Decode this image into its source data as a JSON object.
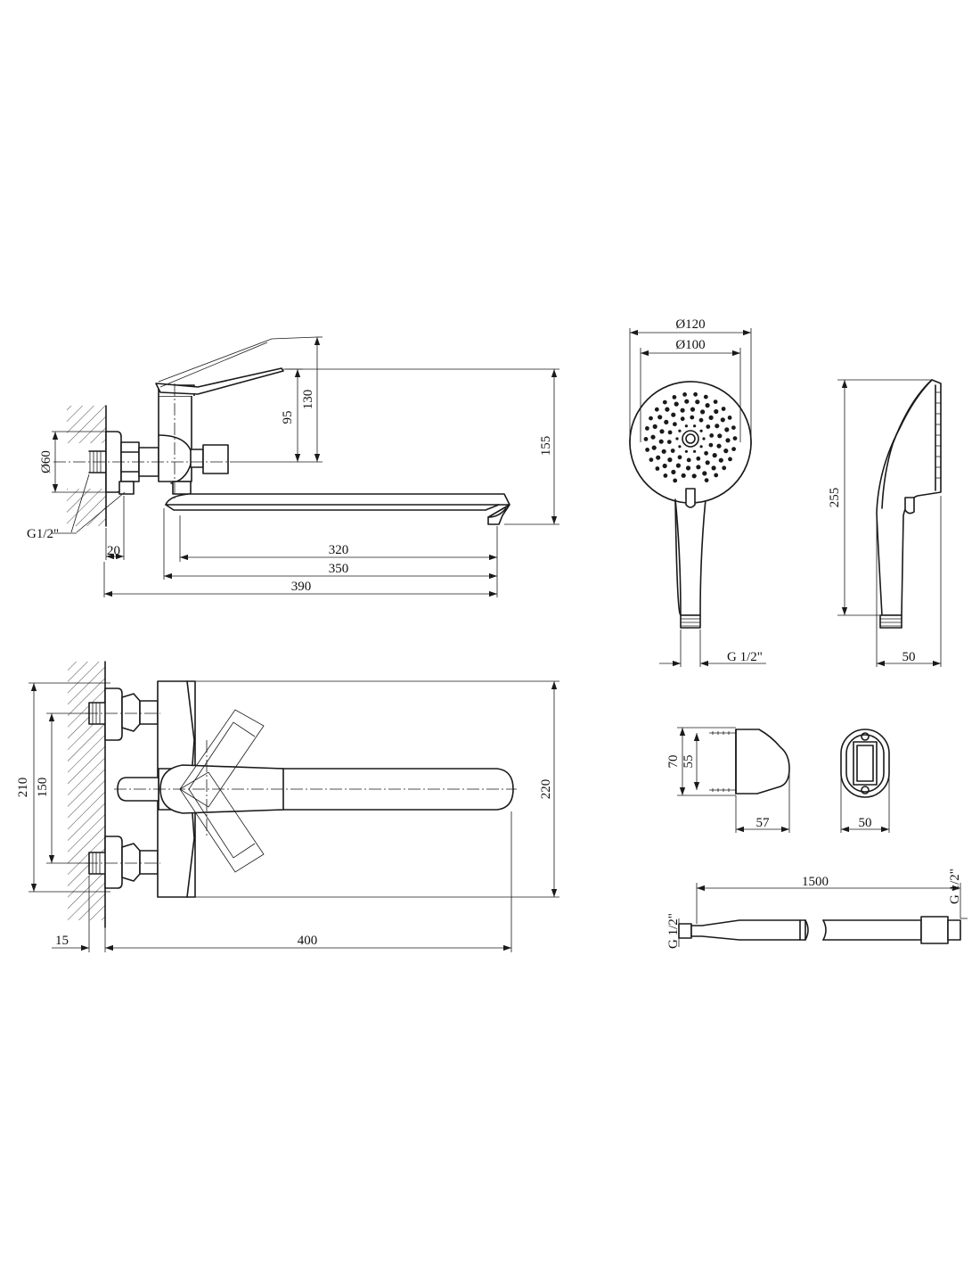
{
  "labels": {
    "dia60": "Ø60",
    "g12_left": "G1/2\"",
    "d20": "20",
    "d95": "95",
    "d130": "130",
    "d155": "155",
    "d320": "320",
    "d350": "350",
    "d390": "390",
    "d210": "210",
    "d150": "150",
    "d220": "220",
    "d15": "15",
    "d400": "400",
    "dia120": "Ø120",
    "dia100": "Ø100",
    "g12_shower": "G 1/2\"",
    "d255": "255",
    "d50_side": "50",
    "d70": "70",
    "d55": "55",
    "d57": "57",
    "d50_holder": "50",
    "d1500": "1500",
    "g12_hose_left": "G 1/2\"",
    "g12_hose_right": "G 1/2\""
  }
}
